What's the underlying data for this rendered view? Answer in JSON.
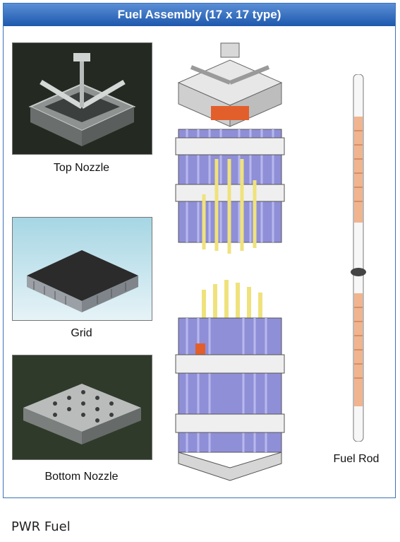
{
  "header": {
    "title": "Fuel Assembly (17 x 17 type)"
  },
  "labels": {
    "top_nozzle": "Top Nozzle",
    "grid": "Grid",
    "bottom_nozzle": "Bottom Nozzle",
    "fuel_rod": "Fuel Rod"
  },
  "caption": "PWR Fuel",
  "colors": {
    "header": "#2a63b6",
    "fuel_rod": "#a9a6dc",
    "control_rod": "#f1e27a",
    "pellet": "#e8a27c"
  }
}
